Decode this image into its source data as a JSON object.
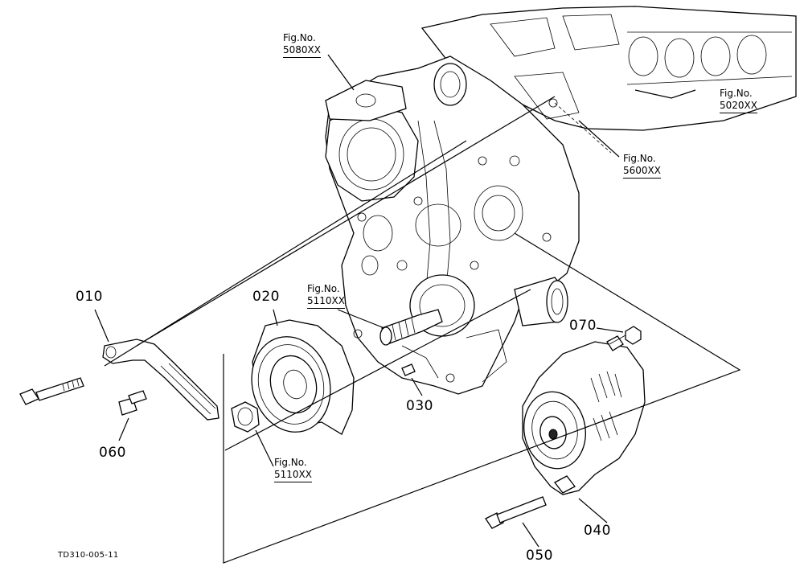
{
  "drawing_code": "TD310-005-11",
  "callouts": [
    {
      "id": "010",
      "label": "010"
    },
    {
      "id": "020",
      "label": "020"
    },
    {
      "id": "030",
      "label": "030"
    },
    {
      "id": "040",
      "label": "040"
    },
    {
      "id": "050",
      "label": "050"
    },
    {
      "id": "060",
      "label": "060"
    },
    {
      "id": "070",
      "label": "070"
    }
  ],
  "figure_refs": [
    {
      "prefix": "Fig.No.",
      "code": "5080XX"
    },
    {
      "prefix": "Fig.No.",
      "code": "5020XX"
    },
    {
      "prefix": "Fig.No.",
      "code": "5600XX"
    },
    {
      "prefix": "Fig.No.",
      "code": "5110XX"
    },
    {
      "prefix": "Fig.No.",
      "code": "5110XX"
    }
  ]
}
